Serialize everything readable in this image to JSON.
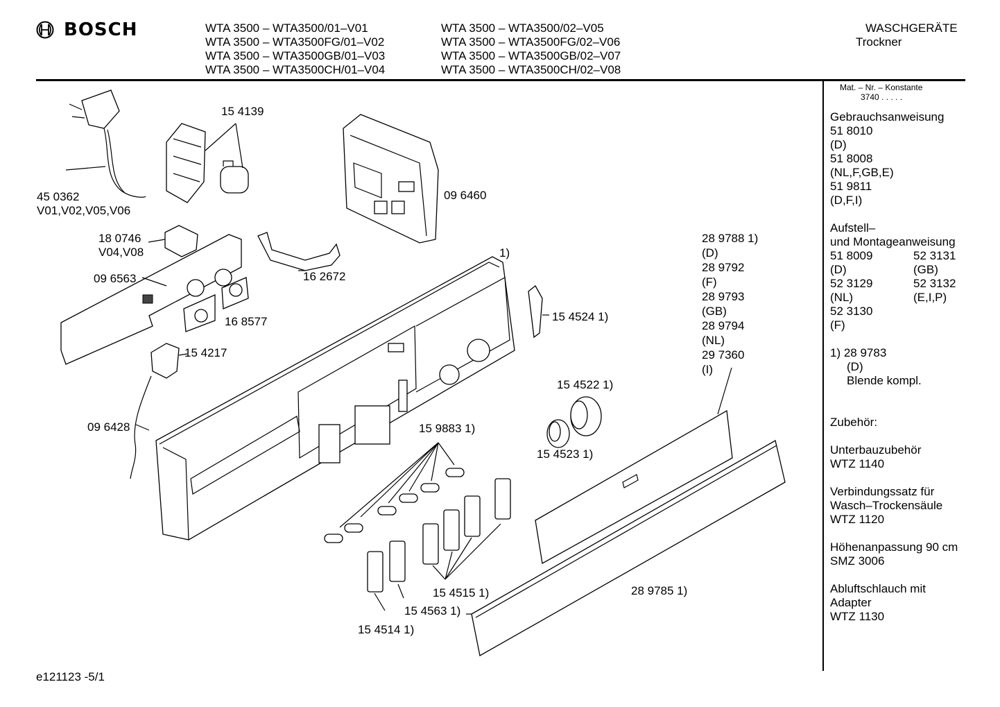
{
  "header": {
    "brand": "BOSCH",
    "models_left": [
      "WTA 3500 – WTA3500/01–V01",
      "WTA 3500 – WTA3500FG/01–V02",
      "WTA 3500 – WTA3500GB/01–V03",
      "WTA 3500 – WTA3500CH/01–V04"
    ],
    "models_right": [
      "WTA 3500 – WTA3500/02–V05",
      "WTA 3500 – WTA3500FG/02–V06",
      "WTA 3500 – WTA3500GB/02–V07",
      "WTA 3500 – WTA3500CH/02–V08"
    ],
    "category": "WASCHGERÄTE",
    "subcategory": "Trockner"
  },
  "sidebar": {
    "mat_label": "Mat. – Nr. – Konstante",
    "mat_value": "3740  .  .  .  .  .",
    "manual_title": "Gebrauchsanweisung",
    "manual_lines": [
      "51 8010",
      "(D)",
      "51 8008",
      "(NL,F,GB,E)",
      "51 9811",
      "(D,F,I)"
    ],
    "install_title_1": "Aufstell–",
    "install_title_2": "und Montageanweisung",
    "install_rows": [
      [
        "51 8009",
        "52 3131"
      ],
      [
        "(D)",
        "(GB)"
      ],
      [
        "52 3129",
        "52 3132"
      ],
      [
        "(NL)",
        "(E,I,P)"
      ],
      [
        "52 3130",
        ""
      ],
      [
        "(F)",
        ""
      ]
    ],
    "note_1": "1) 28 9783",
    "note_2": "(D)",
    "note_3": "Blende kompl.",
    "accessories_title": "Zubehör:",
    "accessories": [
      [
        "Unterbauzubehör",
        "WTZ 1140"
      ],
      [
        "Verbindungssatz für",
        "Wasch–Trockensäule",
        "WTZ 1120"
      ],
      [
        "Höhenanpassung 90 cm",
        "SMZ 3006"
      ],
      [
        "Abluftschlauch  mit",
        "Adapter",
        "WTZ 1130"
      ]
    ]
  },
  "parts": {
    "p450362": "45 0362",
    "p450362_var": "V01,V02,V05,V06",
    "p154139": "15 4139",
    "p096460": "09 6460",
    "p180746": "18 0746",
    "p180746_var": "V04,V08",
    "p096563": "09 6563",
    "p162672": "16 2672",
    "p168577": "16 8577",
    "p154217": "15 4217",
    "p096428": "09 6428",
    "panel_ref": "1)",
    "p154524": "15 4524 1)",
    "p154522": "15 4522 1)",
    "p154523": "15 4523 1)",
    "p159883": "15 9883 1)",
    "p154515": "15 4515 1)",
    "p154563": "15 4563 1)",
    "p154514": "15 4514 1)",
    "p289785": "28 9785 1)",
    "overlay_codes": [
      "28 9788 1)",
      "(D)",
      "28 9792",
      "(F)",
      "28 9793",
      "(GB)",
      "28 9794",
      "(NL)",
      "29 7360",
      "(I)"
    ]
  },
  "footer": {
    "doc_id": "e121123 -5/1"
  }
}
